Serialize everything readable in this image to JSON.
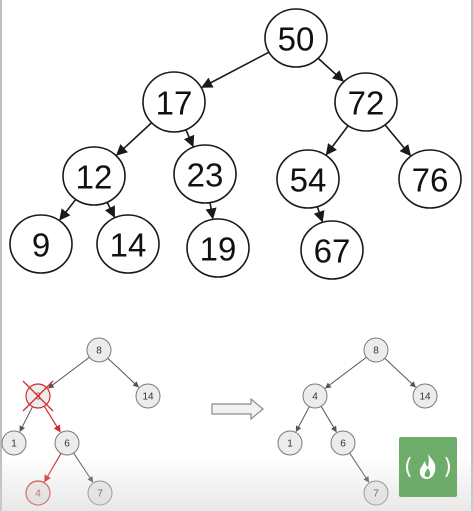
{
  "top_tree": {
    "nodes": [
      {
        "id": "n50",
        "label": "50"
      },
      {
        "id": "n17",
        "label": "17"
      },
      {
        "id": "n72",
        "label": "72"
      },
      {
        "id": "n12",
        "label": "12"
      },
      {
        "id": "n23",
        "label": "23"
      },
      {
        "id": "n54",
        "label": "54"
      },
      {
        "id": "n76",
        "label": "76"
      },
      {
        "id": "n9",
        "label": "9"
      },
      {
        "id": "n14",
        "label": "14"
      },
      {
        "id": "n19",
        "label": "19"
      },
      {
        "id": "n67",
        "label": "67"
      }
    ],
    "edges": [
      [
        "n50",
        "n17"
      ],
      [
        "n50",
        "n72"
      ],
      [
        "n17",
        "n12"
      ],
      [
        "n17",
        "n23"
      ],
      [
        "n72",
        "n54"
      ],
      [
        "n72",
        "n76"
      ],
      [
        "n12",
        "n9"
      ],
      [
        "n12",
        "n14"
      ],
      [
        "n23",
        "n19"
      ],
      [
        "n54",
        "n67"
      ]
    ]
  },
  "before_tree": {
    "nodes": [
      {
        "id": "b8",
        "label": "8"
      },
      {
        "id": "b3",
        "label": "3",
        "state": "deleted"
      },
      {
        "id": "b14",
        "label": "14"
      },
      {
        "id": "b1",
        "label": "1"
      },
      {
        "id": "b6",
        "label": "6"
      },
      {
        "id": "b4",
        "label": "4",
        "state": "highlighted"
      },
      {
        "id": "b7",
        "label": "7"
      }
    ],
    "edges": [
      [
        "b8",
        "b3",
        "normal"
      ],
      [
        "b8",
        "b14",
        "normal"
      ],
      [
        "b3",
        "b1",
        "normal"
      ],
      [
        "b3",
        "b6",
        "highlighted"
      ],
      [
        "b6",
        "b4",
        "highlighted"
      ],
      [
        "b6",
        "b7",
        "normal"
      ]
    ]
  },
  "after_tree": {
    "nodes": [
      {
        "id": "a8",
        "label": "8"
      },
      {
        "id": "a4",
        "label": "4"
      },
      {
        "id": "a14",
        "label": "14"
      },
      {
        "id": "a1",
        "label": "1"
      },
      {
        "id": "a6",
        "label": "6"
      },
      {
        "id": "a7",
        "label": "7"
      }
    ],
    "edges": [
      [
        "a8",
        "a4"
      ],
      [
        "a8",
        "a14"
      ],
      [
        "a4",
        "a1"
      ],
      [
        "a4",
        "a6"
      ],
      [
        "a6",
        "a7"
      ]
    ]
  },
  "colors": {
    "highlight": "#d42a2a",
    "logo_background": "#5fa45b"
  },
  "logo": {
    "icon": "freecodecamp-flame-icon"
  }
}
